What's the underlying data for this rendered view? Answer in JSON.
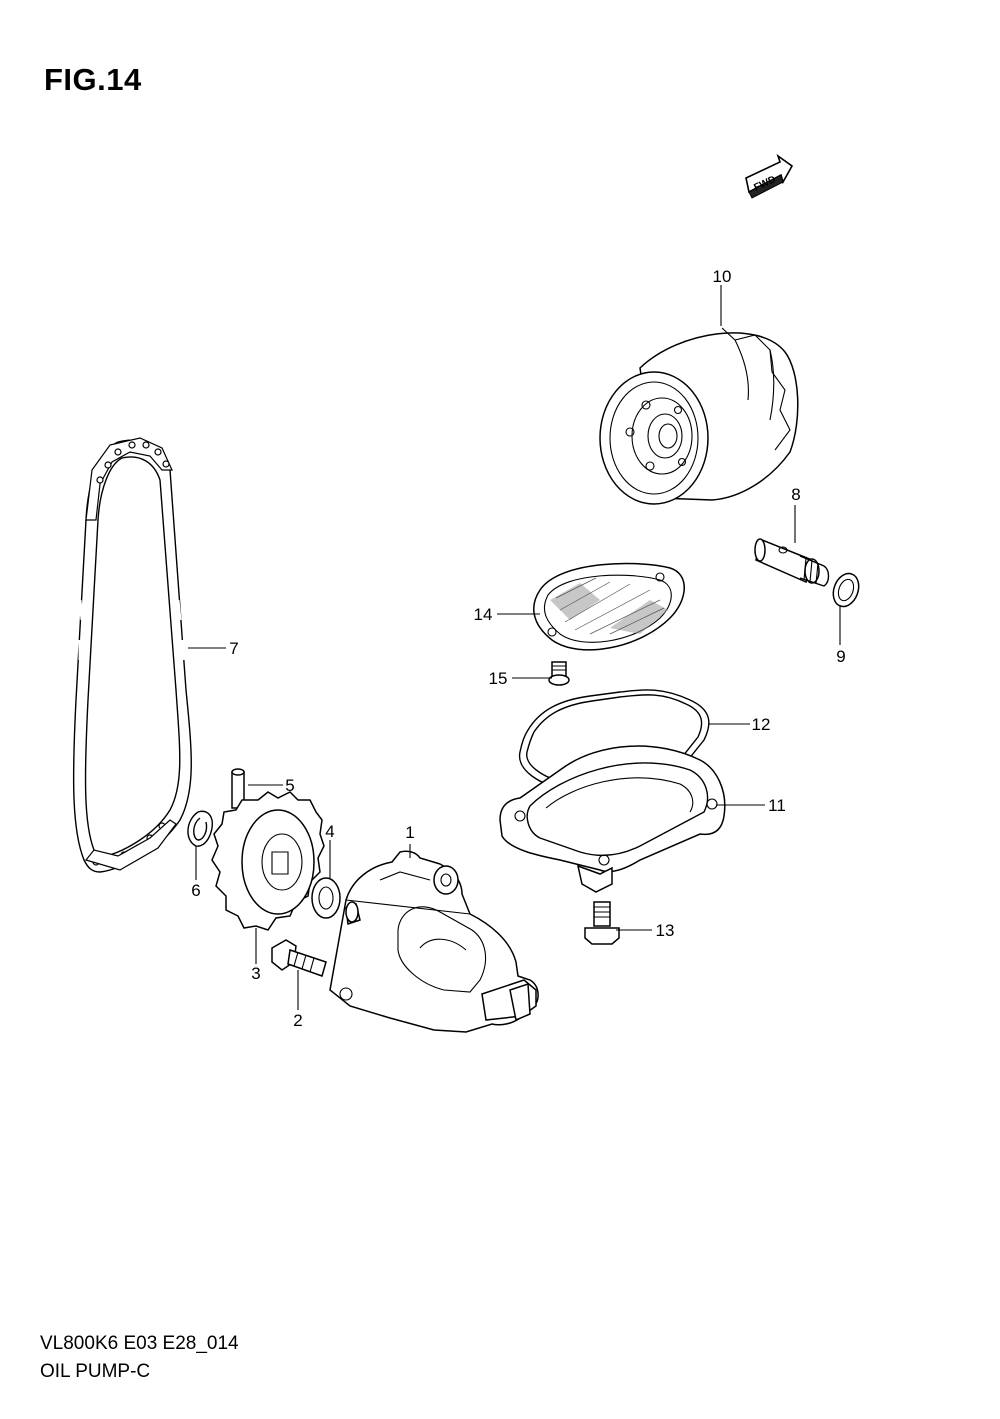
{
  "figure": {
    "title": "FIG.14",
    "model_code": "VL800K6 E03 E28_014",
    "section_name": "OIL PUMP-C",
    "direction_badge": "FWD"
  },
  "callouts": [
    {
      "id": "1",
      "label": "1"
    },
    {
      "id": "2",
      "label": "2"
    },
    {
      "id": "3",
      "label": "3"
    },
    {
      "id": "4",
      "label": "4"
    },
    {
      "id": "5",
      "label": "5"
    },
    {
      "id": "6",
      "label": "6"
    },
    {
      "id": "7",
      "label": "7"
    },
    {
      "id": "8",
      "label": "8"
    },
    {
      "id": "9",
      "label": "9"
    },
    {
      "id": "10",
      "label": "10"
    },
    {
      "id": "11",
      "label": "11"
    },
    {
      "id": "12",
      "label": "12"
    },
    {
      "id": "13",
      "label": "13"
    },
    {
      "id": "14",
      "label": "14"
    },
    {
      "id": "15",
      "label": "15"
    }
  ]
}
